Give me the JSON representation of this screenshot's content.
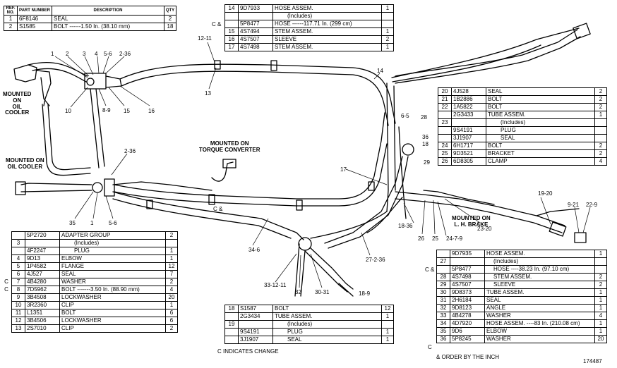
{
  "t1": {
    "headers": [
      "REF. NO.",
      "PART NUMBER",
      "DESCRIPTION",
      "QTY"
    ],
    "rows": [
      {
        "ref": "1",
        "part": "6F8146",
        "desc": "SEAL",
        "qty": "2"
      },
      {
        "ref": "2",
        "part": "S1585",
        "desc": "BOLT ------1.50 In. (38.10 mm)",
        "qty": "18"
      }
    ]
  },
  "t2": {
    "change": "C &",
    "rows": [
      {
        "ref": "14",
        "part": "9D7933",
        "desc": "HOSE ASSEM.",
        "qty": "1"
      },
      {
        "ref": "",
        "part": "",
        "desc": "(Includes)",
        "qty": ""
      },
      {
        "ref": "",
        "part": "5P8477",
        "desc": "HOSE ------117.71 In. (299 cm)",
        "qty": ""
      },
      {
        "ref": "15",
        "part": "4S7494",
        "desc": "STEM ASSEM.",
        "qty": "1"
      },
      {
        "ref": "16",
        "part": "4S7507",
        "desc": "SLEEVE",
        "qty": "2"
      },
      {
        "ref": "17",
        "part": "4S7498",
        "desc": "STEM ASSEM.",
        "qty": "1"
      }
    ]
  },
  "t3": {
    "rows": [
      {
        "ref": "20",
        "part": "4J528",
        "desc": "SEAL",
        "qty": "2"
      },
      {
        "ref": "21",
        "part": "1B2886",
        "desc": "BOLT",
        "qty": "2"
      },
      {
        "ref": "22",
        "part": "1A5822",
        "desc": "BOLT",
        "qty": "2"
      },
      {
        "ref": "",
        "part": "2G3433",
        "desc": "TUBE ASSEM.",
        "qty": "1"
      },
      {
        "ref": "23",
        "part": "",
        "desc": "(Includes)",
        "qty": ""
      },
      {
        "ref": "",
        "part": "9S4191",
        "desc": "PLUG",
        "qty": ""
      },
      {
        "ref": "",
        "part": "3J1907",
        "desc": "SEAL",
        "qty": ""
      },
      {
        "ref": "24",
        "part": "6H1717",
        "desc": "BOLT",
        "qty": "2"
      },
      {
        "ref": "25",
        "part": "9D3521",
        "desc": "BRACKET",
        "qty": "2"
      },
      {
        "ref": "26",
        "part": "6D8305",
        "desc": "CLAMP",
        "qty": "4"
      }
    ]
  },
  "t4": {
    "rows": [
      {
        "ref": "",
        "part": "5P2720",
        "desc": "ADAPTER GROUP",
        "qty": "2",
        "c": ""
      },
      {
        "ref": "3",
        "part": "",
        "desc": "(Includes)",
        "qty": "",
        "c": ""
      },
      {
        "ref": "",
        "part": "4F2247",
        "desc": "PLUG",
        "qty": "1",
        "c": ""
      },
      {
        "ref": "4",
        "part": "9D13",
        "desc": "ELBOW",
        "qty": "1",
        "c": ""
      },
      {
        "ref": "5",
        "part": "1P4582",
        "desc": "FLANGE",
        "qty": "12",
        "c": ""
      },
      {
        "ref": "6",
        "part": "4J527",
        "desc": "SEAL",
        "qty": "7",
        "c": ""
      },
      {
        "ref": "7",
        "part": "4B4280",
        "desc": "WASHER",
        "qty": "2",
        "c": "C"
      },
      {
        "ref": "8",
        "part": "7D5962",
        "desc": "BOLT -------3.50 In. (88.90 mm)",
        "qty": "4",
        "c": "C"
      },
      {
        "ref": "9",
        "part": "3B4508",
        "desc": "LOCKWASHER",
        "qty": "20",
        "c": ""
      },
      {
        "ref": "10",
        "part": "3R2360",
        "desc": "CLIP",
        "qty": "1",
        "c": ""
      },
      {
        "ref": "11",
        "part": "L1351",
        "desc": "BOLT",
        "qty": "6",
        "c": ""
      },
      {
        "ref": "12",
        "part": "3B4506",
        "desc": "LOCKWASHER",
        "qty": "6",
        "c": ""
      },
      {
        "ref": "13",
        "part": "2S7010",
        "desc": "CLIP",
        "qty": "2",
        "c": ""
      }
    ]
  },
  "t5": {
    "rows": [
      {
        "ref": "18",
        "part": "S1587",
        "desc": "BOLT",
        "qty": "12"
      },
      {
        "ref": "",
        "part": "2G3434",
        "desc": "TUBE ASSEM.",
        "qty": "1"
      },
      {
        "ref": "19",
        "part": "",
        "desc": "(Includes)",
        "qty": ""
      },
      {
        "ref": "",
        "part": "9S4191",
        "desc": "PLUG",
        "qty": "1"
      },
      {
        "ref": "",
        "part": "3J1907",
        "desc": "SEAL",
        "qty": "1"
      }
    ],
    "footnote": "C INDICATES CHANGE"
  },
  "t6": {
    "rows": [
      {
        "ref": "",
        "part": "9D7935",
        "desc": "HOSE ASSEM.",
        "qty": "1",
        "c": ""
      },
      {
        "ref": "27",
        "part": "",
        "desc": "(Includes)",
        "qty": "",
        "c": ""
      },
      {
        "ref": "",
        "part": "5P8477",
        "desc": "HOSE ----38.23 In. (97.10 cm)",
        "qty": "",
        "c": "C &"
      },
      {
        "ref": "28",
        "part": "4S7498",
        "desc": "STEM ASSEM.",
        "qty": "2",
        "c": ""
      },
      {
        "ref": "29",
        "part": "4S7507",
        "desc": "SLEEVE",
        "qty": "2",
        "c": ""
      },
      {
        "ref": "30",
        "part": "9D8373",
        "desc": "TUBE ASSEM.",
        "qty": "1",
        "c": ""
      },
      {
        "ref": "31",
        "part": "2H6184",
        "desc": "SEAL",
        "qty": "1",
        "c": ""
      },
      {
        "ref": "32",
        "part": "9D8123",
        "desc": "ANGLE",
        "qty": "1",
        "c": ""
      },
      {
        "ref": "33",
        "part": "4B4278",
        "desc": "WASHER",
        "qty": "4",
        "c": ""
      },
      {
        "ref": "34",
        "part": "4D7920",
        "desc": "HOSE ASSEM. ----83 In. (210.08 cm)",
        "qty": "1",
        "c": ""
      },
      {
        "ref": "35",
        "part": "9D6",
        "desc": "ELBOW",
        "qty": "1",
        "c": ""
      },
      {
        "ref": "36",
        "part": "5P8245",
        "desc": "WASHER",
        "qty": "20",
        "c": "C"
      }
    ],
    "footnote": "& ORDER BY THE INCH"
  },
  "notes": {
    "oil_cooler_1": "MOUNTED\nON\nOIL\nCOOLER",
    "oil_cooler_2": "MOUNTED ON\nOIL COOLER",
    "torque_converter": "MOUNTED ON\nTORQUE CONVERTER",
    "brake": "MOUNTED ON\nL. H. BRAKE",
    "change_mark": "C &",
    "plate_number": "174487"
  },
  "callouts": {
    "c1": "1",
    "c2": "2",
    "c3": "3",
    "c4": "4",
    "c56a": "5-6",
    "c236a": "2-36",
    "c1211a": "12-11",
    "c13": "13",
    "c14": "14",
    "c10": "10",
    "c89": "8-9",
    "c15": "15",
    "c16": "16",
    "c236b": "2-36",
    "c35": "35",
    "c1b": "1",
    "c56b": "5-6",
    "c17": "17",
    "c65": "6-5",
    "c28": "28",
    "c36": "36",
    "c18": "18",
    "c29": "29",
    "c1836": "18-36",
    "c26": "26",
    "c25": "25",
    "c2479": "24-7-9",
    "c2320": "23-20",
    "c1920": "19-20",
    "c921": "9-21",
    "c229": "22-9",
    "c346": "34-6",
    "c27236": "27-2-36",
    "c331211": "33-12-11",
    "c32": "32",
    "c3031": "30-31",
    "c189": "18-9"
  },
  "colors": {
    "ink": "#000000",
    "paper": "#ffffff"
  }
}
